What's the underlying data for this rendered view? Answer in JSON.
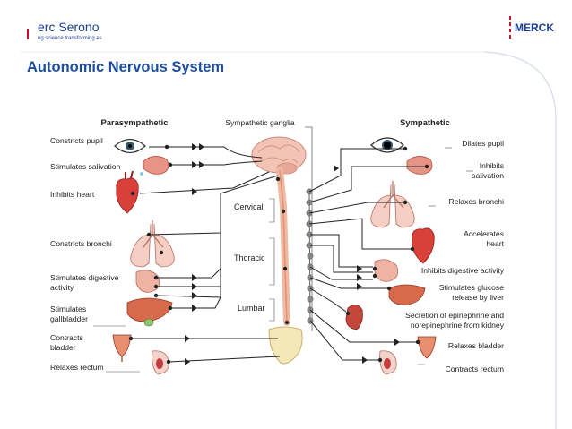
{
  "header": {
    "company_name": "erc  Serono",
    "company_tagline": "ng science transforming      es",
    "partner_name": "MERCK"
  },
  "slide": {
    "title": "Autonomic Nervous System"
  },
  "diagram": {
    "parasympathetic_header": "Parasympathetic",
    "sympathetic_header": "Sympathetic",
    "ganglia_label": "Sympathetic ganglia",
    "regions": {
      "cervical": "Cervical",
      "thoracic": "Thoracic",
      "lumbar": "Lumbar"
    },
    "parasympathetic": [
      [
        "Constricts pupil"
      ],
      [
        "Stimulates salivation"
      ],
      [
        "Inhibits heart"
      ],
      [
        "Constricts bronchi"
      ],
      [
        "Stimulates digestive",
        "activity"
      ],
      [
        "Stimulates",
        "gallbladder"
      ],
      [
        "Contracts",
        "bladder"
      ],
      [
        "Relaxes rectum"
      ]
    ],
    "sympathetic": [
      [
        "Dilates pupil"
      ],
      [
        "Inhibits",
        "salivation"
      ],
      [
        "Relaxes bronchi"
      ],
      [
        "Accelerates",
        "heart"
      ],
      [
        "Inhibits digestive activity"
      ],
      [
        "Stimulates glucose",
        "release by liver"
      ],
      [
        "Secretion of epinephrine and",
        "norepinephrine from kidney"
      ],
      [
        "Relaxes bladder"
      ],
      [
        "Contracts rectum"
      ]
    ]
  }
}
